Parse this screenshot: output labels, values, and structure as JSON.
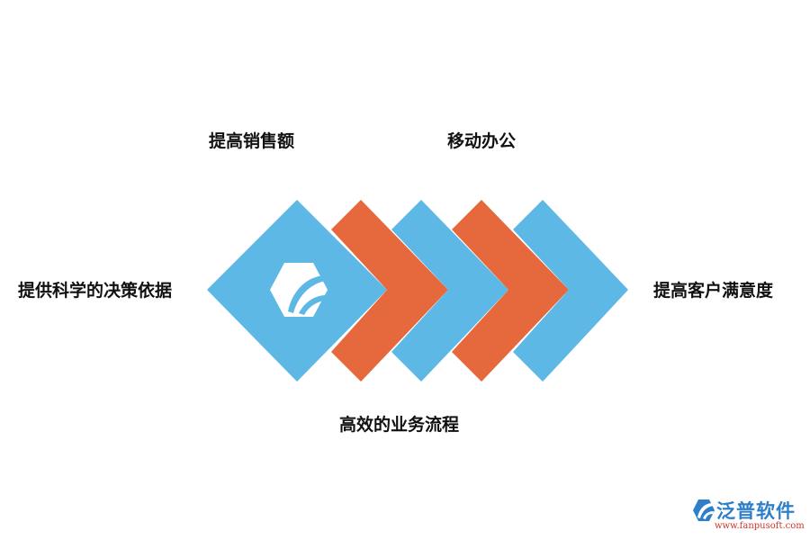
{
  "labels": {
    "top_left": "提高销售额",
    "top_right": "移动办公",
    "left": "提供科学的决策依据",
    "right": "提高客户满意度",
    "bottom": "高效的业务流程"
  },
  "colors": {
    "blue": "#5eb8e6",
    "orange": "#e5693c"
  },
  "logo": {
    "name": "泛普软件",
    "url": "www.fanpusoft.com"
  }
}
